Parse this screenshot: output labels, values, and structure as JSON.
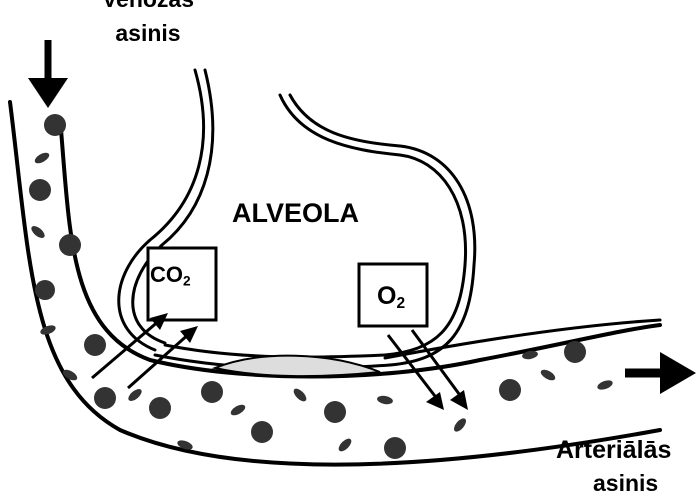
{
  "labels": {
    "venous_line1": "Venozās",
    "venous_line2": "asinis",
    "alveola": "ALVEOLA",
    "arterial_line1": "Arteriālās",
    "arterial_line2": "asinis"
  },
  "gases": {
    "co2_main": "CO",
    "co2_sub": "2",
    "o2_main": "O",
    "o2_sub": "2"
  },
  "colors": {
    "line": "#000000",
    "cell": "#333333",
    "background": "#ffffff"
  }
}
